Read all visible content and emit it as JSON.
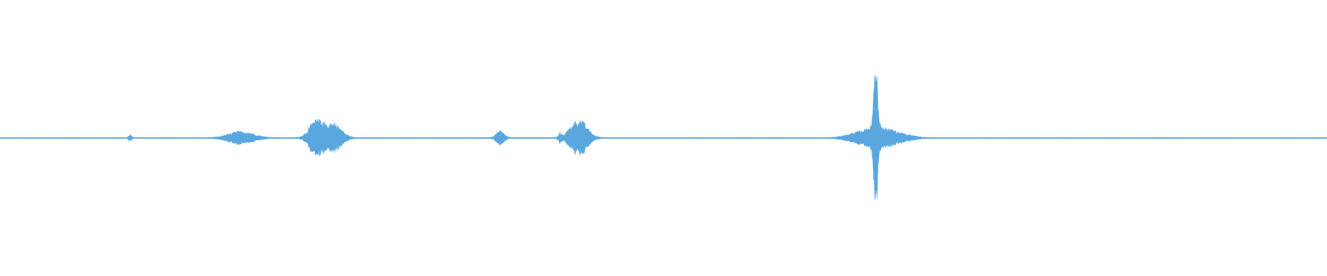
{
  "waveform": {
    "color": "#5aa7e0",
    "background": "#ffffff",
    "baseline_amplitude": 0.006,
    "bursts": [
      {
        "center": 0.098,
        "amplitude": 0.05,
        "spread": 0.001
      },
      {
        "center": 0.182,
        "amplitude": 0.1,
        "spread": 0.009
      },
      {
        "center": 0.238,
        "amplitude": 0.25,
        "spread": 0.005
      },
      {
        "center": 0.251,
        "amplitude": 0.22,
        "spread": 0.006
      },
      {
        "center": 0.377,
        "amplitude": 0.1,
        "spread": 0.003
      },
      {
        "center": 0.422,
        "amplitude": 0.06,
        "spread": 0.001
      },
      {
        "center": 0.436,
        "amplitude": 0.28,
        "spread": 0.006
      },
      {
        "center": 0.651,
        "amplitude": 0.08,
        "spread": 0.01
      },
      {
        "center": 0.66,
        "amplitude": 0.95,
        "spread": 0.0015
      },
      {
        "center": 0.668,
        "amplitude": 0.12,
        "spread": 0.012
      }
    ]
  }
}
